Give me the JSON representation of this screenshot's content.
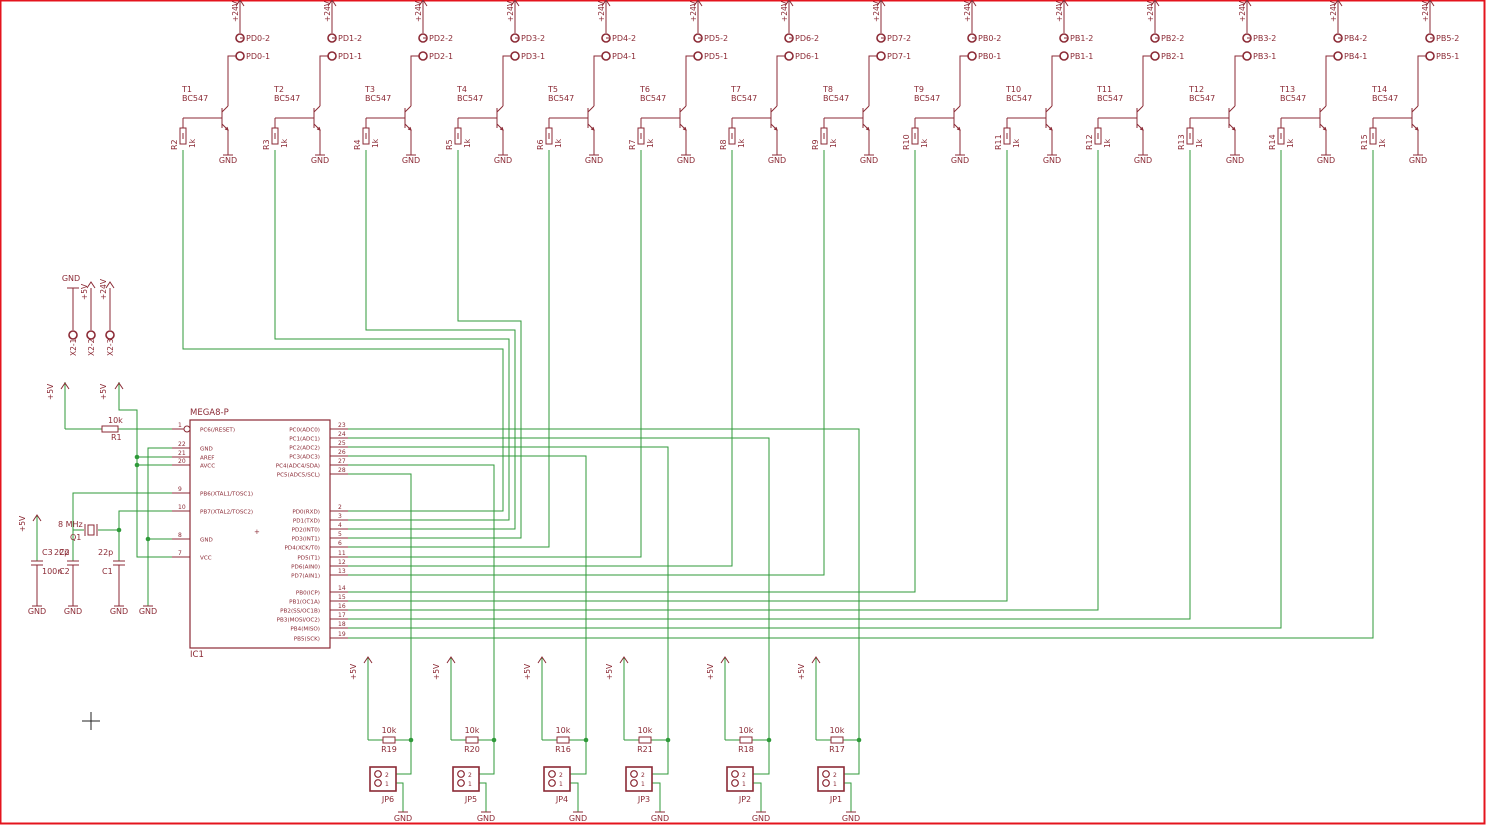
{
  "colors": {
    "part": "#8b2a35",
    "wire": "#2f9a3a",
    "frame": "#e4141e",
    "pin": "#8b2a35"
  },
  "supply_24v": "+24V",
  "supply_5v": "+5V",
  "gnd": "GND",
  "transistor_value": "BC547",
  "resistor_value": "1k",
  "pullup_value": "10k",
  "channels": [
    {
      "t": "T1",
      "r": "R2",
      "p1": "PD0-1",
      "p2": "PD0-2"
    },
    {
      "t": "T2",
      "r": "R3",
      "p1": "PD1-1",
      "p2": "PD1-2"
    },
    {
      "t": "T3",
      "r": "R4",
      "p1": "PD2-1",
      "p2": "PD2-2"
    },
    {
      "t": "T4",
      "r": "R5",
      "p1": "PD3-1",
      "p2": "PD3-2"
    },
    {
      "t": "T5",
      "r": "R6",
      "p1": "PD4-1",
      "p2": "PD4-2"
    },
    {
      "t": "T6",
      "r": "R7",
      "p1": "PD5-1",
      "p2": "PD5-2"
    },
    {
      "t": "T7",
      "r": "R8",
      "p1": "PD6-1",
      "p2": "PD6-2"
    },
    {
      "t": "T8",
      "r": "R9",
      "p1": "PD7-1",
      "p2": "PD7-2"
    },
    {
      "t": "T9",
      "r": "R10",
      "p1": "PB0-1",
      "p2": "PB0-2"
    },
    {
      "t": "T10",
      "r": "R11",
      "p1": "PB1-1",
      "p2": "PB1-2"
    },
    {
      "t": "T11",
      "r": "R12",
      "p1": "PB2-1",
      "p2": "PB2-2"
    },
    {
      "t": "T12",
      "r": "R13",
      "p1": "PB3-1",
      "p2": "PB3-2"
    },
    {
      "t": "T13",
      "r": "R14",
      "p1": "PB4-1",
      "p2": "PB4-2"
    },
    {
      "t": "T14",
      "r": "R15",
      "p1": "PB5-1",
      "p2": "PB5-2"
    }
  ],
  "power_connector": {
    "labels": [
      "GND",
      "+5V",
      "+24V"
    ],
    "pins": [
      "X2-1",
      "X2-2",
      "X2-3"
    ]
  },
  "mcu": {
    "name": "MEGA8-P",
    "ref": "IC1",
    "left_pins": [
      {
        "num": "1",
        "name": "PC6(/RESET)"
      },
      {
        "num": "22",
        "name": "GND"
      },
      {
        "num": "21",
        "name": "AREF"
      },
      {
        "num": "20",
        "name": "AVCC"
      },
      {
        "num": "9",
        "name": "PB6(XTAL1/TOSC1)"
      },
      {
        "num": "10",
        "name": "PB7(XTAL2/TOSC2)"
      },
      {
        "num": "8",
        "name": "GND"
      },
      {
        "num": "7",
        "name": "VCC"
      }
    ],
    "right_pins": [
      {
        "num": "23",
        "name": "PC0(ADC0)"
      },
      {
        "num": "24",
        "name": "PC1(ADC1)"
      },
      {
        "num": "25",
        "name": "PC2(ADC2)"
      },
      {
        "num": "26",
        "name": "PC3(ADC3)"
      },
      {
        "num": "27",
        "name": "PC4(ADC4/SDA)"
      },
      {
        "num": "28",
        "name": "PC5(ADC5/SCL)"
      },
      {
        "num": "2",
        "name": "PD0(RXD)"
      },
      {
        "num": "3",
        "name": "PD1(TXD)"
      },
      {
        "num": "4",
        "name": "PD2(INT0)"
      },
      {
        "num": "5",
        "name": "PD3(INT1)"
      },
      {
        "num": "6",
        "name": "PD4(XCK/T0)"
      },
      {
        "num": "11",
        "name": "PD5(T1)"
      },
      {
        "num": "12",
        "name": "PD6(AIN0)"
      },
      {
        "num": "13",
        "name": "PD7(AIN1)"
      },
      {
        "num": "14",
        "name": "PB0(ICP)"
      },
      {
        "num": "15",
        "name": "PB1(OC1A)"
      },
      {
        "num": "16",
        "name": "PB2(SS/OC1B)"
      },
      {
        "num": "17",
        "name": "PB3(MOSI/OC2)"
      },
      {
        "num": "18",
        "name": "PB4(MISO)"
      },
      {
        "num": "19",
        "name": "PB5(SCK)"
      }
    ]
  },
  "reset_resistor": {
    "ref": "R1",
    "value": "10k"
  },
  "crystal": {
    "ref": "Q1",
    "value": "8 MHz"
  },
  "caps": [
    {
      "ref": "C1",
      "value": "22p"
    },
    {
      "ref": "C2",
      "value": "22p"
    },
    {
      "ref": "C3",
      "value": "100n"
    }
  ],
  "cap_overlap_label": "C2",
  "cap_overlap_value": "22p",
  "jumpers": [
    {
      "jp": "JP6",
      "r": "R19"
    },
    {
      "jp": "JP5",
      "r": "R20"
    },
    {
      "jp": "JP4",
      "r": "R16"
    },
    {
      "jp": "JP3",
      "r": "R21"
    },
    {
      "jp": "JP2",
      "r": "R18"
    },
    {
      "jp": "JP1",
      "r": "R17"
    }
  ],
  "jumper_pin_labels": [
    "2",
    "1"
  ]
}
